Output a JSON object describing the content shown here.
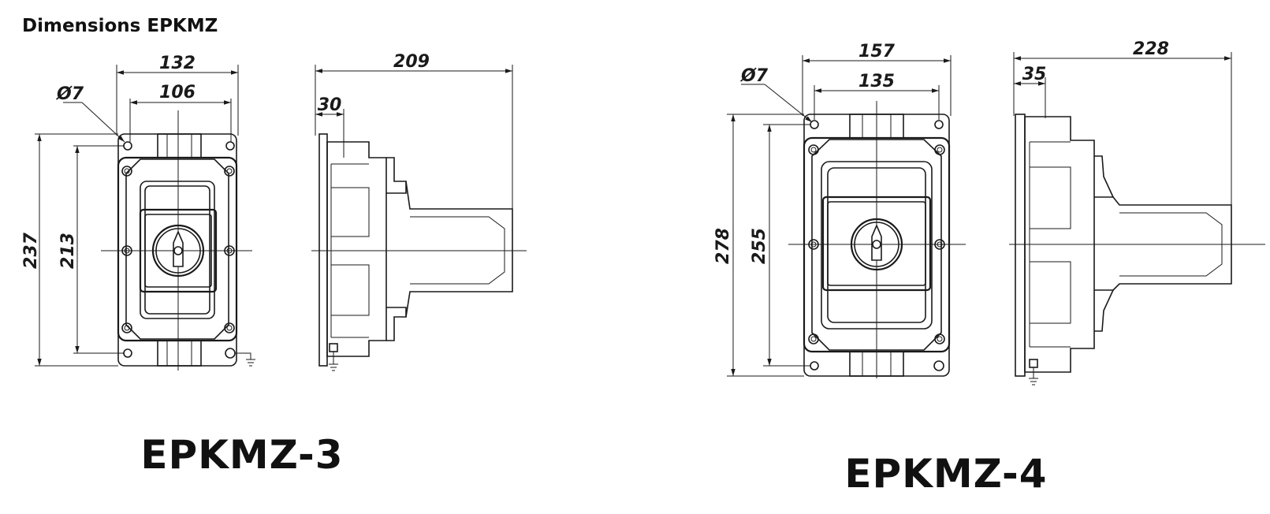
{
  "title": "Dimensions EPKMZ",
  "models": [
    {
      "name": "EPKMZ-3",
      "front": {
        "width_outer": "132",
        "width_holes": "106",
        "hole": "Ø7",
        "height_outer": "237",
        "height_holes": "213"
      },
      "side": {
        "depth": "209",
        "lid": "30"
      }
    },
    {
      "name": "EPKMZ-4",
      "front": {
        "width_outer": "157",
        "width_holes": "135",
        "hole": "Ø7",
        "height_outer": "278",
        "height_holes": "255"
      },
      "side": {
        "depth": "228",
        "lid": "35"
      }
    }
  ]
}
